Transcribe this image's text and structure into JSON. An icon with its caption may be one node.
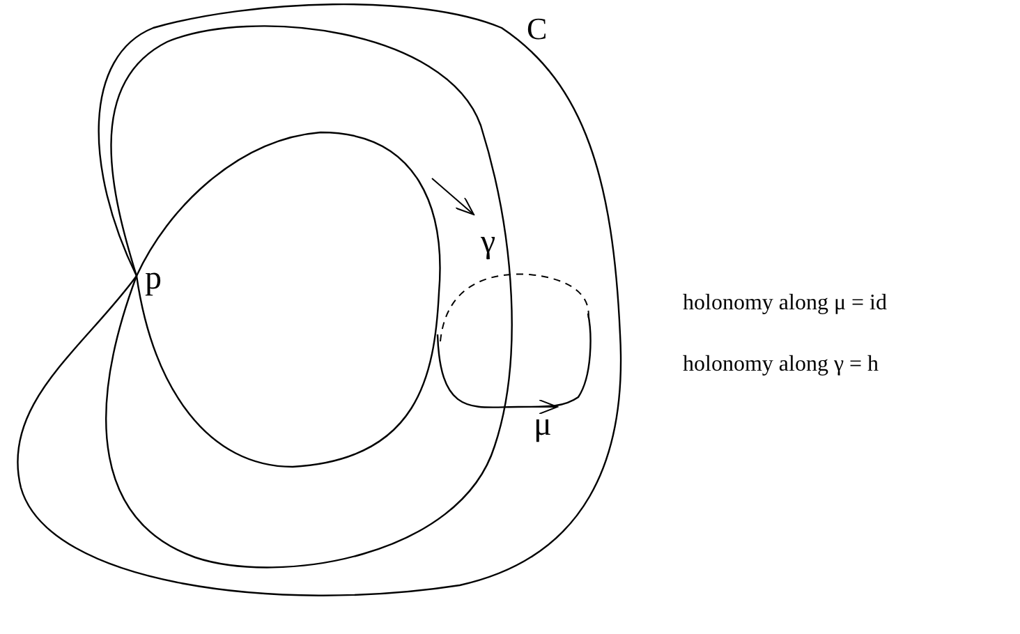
{
  "diagram": {
    "labels": [
      "C",
      "γ",
      "p",
      "μ",
      "holonomy along μ = id",
      "holonomy along γ = h"
    ]
  }
}
